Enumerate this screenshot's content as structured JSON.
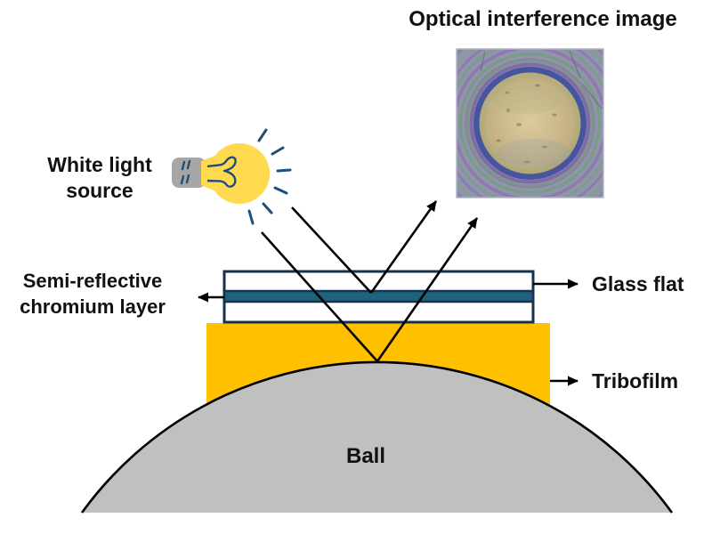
{
  "title": "Optical interference image",
  "labels": {
    "light_source": {
      "line1": "White light",
      "line2": "source"
    },
    "chromium": {
      "line1": "Semi-reflective",
      "line2": "chromium layer"
    },
    "glass_flat": "Glass flat",
    "tribofilm": "Tribofilm",
    "ball": "Ball"
  },
  "icons": {
    "light_bulb": "light-bulb-icon",
    "interference_photo": "optical-interference-photo",
    "ray_arrow": "reflected-ray-arrow"
  },
  "colors": {
    "tribofilm": "#FFC000",
    "ball": "#C0C0C0",
    "ball_outline": "#000000",
    "chromium": "#1F627F",
    "glass_border": "#16324C",
    "glass_fill": "#FFFFFF",
    "bulb_yellow": "#FFD950",
    "bulb_base": "#A6A6A6",
    "ray_navy": "#1F4E79",
    "line_black": "#000000",
    "photo_background": "#9095AC",
    "photo_center": "#C9B88C",
    "photo_blue_ring": "#3E4E9C",
    "photo_green_ring": "#79A37E",
    "photo_purple_ring": "#8E62AC"
  }
}
